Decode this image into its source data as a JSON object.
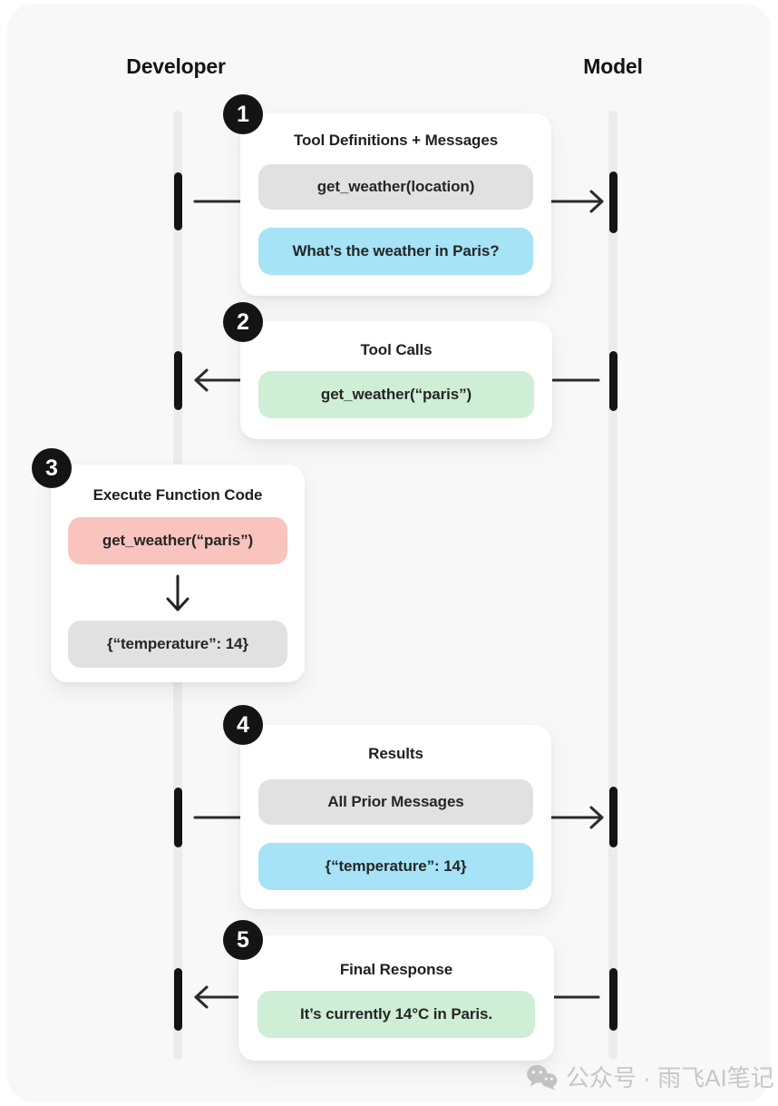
{
  "diagram": {
    "actors": [
      {
        "name": "Developer"
      },
      {
        "name": "Model"
      }
    ],
    "steps": [
      {
        "number": "1",
        "title": "Tool Definitions + Messages",
        "from": "Developer",
        "to": "Model",
        "pills": [
          {
            "text": "get_weather(location)",
            "color": "gray"
          },
          {
            "text": "What’s the weather in Paris?",
            "color": "blue"
          }
        ]
      },
      {
        "number": "2",
        "title": "Tool Calls",
        "from": "Model",
        "to": "Developer",
        "pills": [
          {
            "text": "get_weather(“paris”)",
            "color": "green"
          }
        ]
      },
      {
        "number": "3",
        "title": "Execute Function Code",
        "from": "Developer",
        "to": "Developer",
        "pills": [
          {
            "text": "get_weather(“paris”)",
            "color": "red"
          },
          {
            "text": "{“temperature”: 14}",
            "color": "gray"
          }
        ]
      },
      {
        "number": "4",
        "title": "Results",
        "from": "Developer",
        "to": "Model",
        "pills": [
          {
            "text": "All Prior Messages",
            "color": "gray"
          },
          {
            "text": "{“temperature”: 14}",
            "color": "blue"
          }
        ]
      },
      {
        "number": "5",
        "title": "Final Response",
        "from": "Model",
        "to": "Developer",
        "pills": [
          {
            "text": "It’s currently 14°C in Paris.",
            "color": "green"
          }
        ]
      }
    ],
    "colors": {
      "gray": "#e1e1e1",
      "blue": "#a6e3f6",
      "green": "#cfeed6",
      "red": "#f9c3be",
      "canvas": "#f8f8f8",
      "line": "#2b2b2b",
      "lifeline": "#ececec",
      "badge": "#141414"
    },
    "watermark": {
      "text": "公众号 · 雨飞AI笔记"
    }
  }
}
